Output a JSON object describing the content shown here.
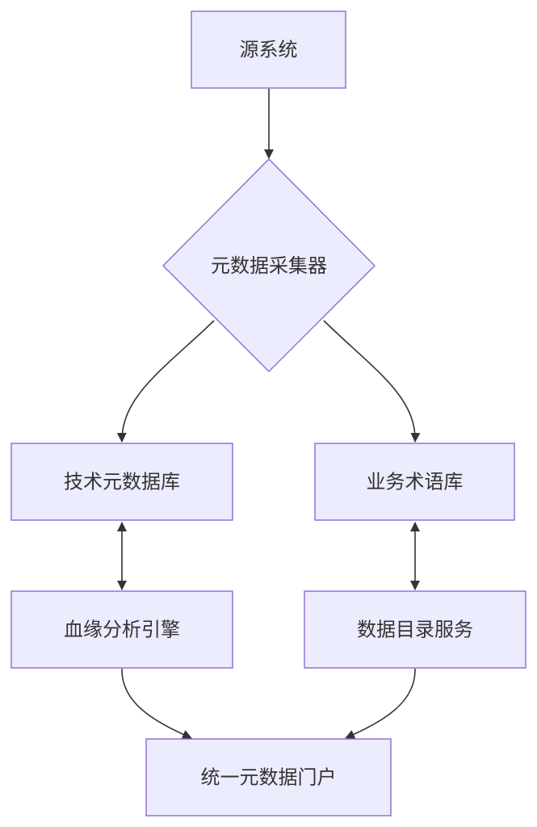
{
  "nodes": {
    "source": "源系统",
    "collector": "元数据采集器",
    "tech_repo": "技术元数据库",
    "business_terms": "业务术语库",
    "lineage_engine": "血缘分析引擎",
    "catalog_service": "数据目录服务",
    "portal": "统一元数据门户"
  },
  "colors": {
    "node_fill": "#ECECFF",
    "node_stroke": "#9370DB",
    "edge": "#333333",
    "text": "#333333"
  }
}
